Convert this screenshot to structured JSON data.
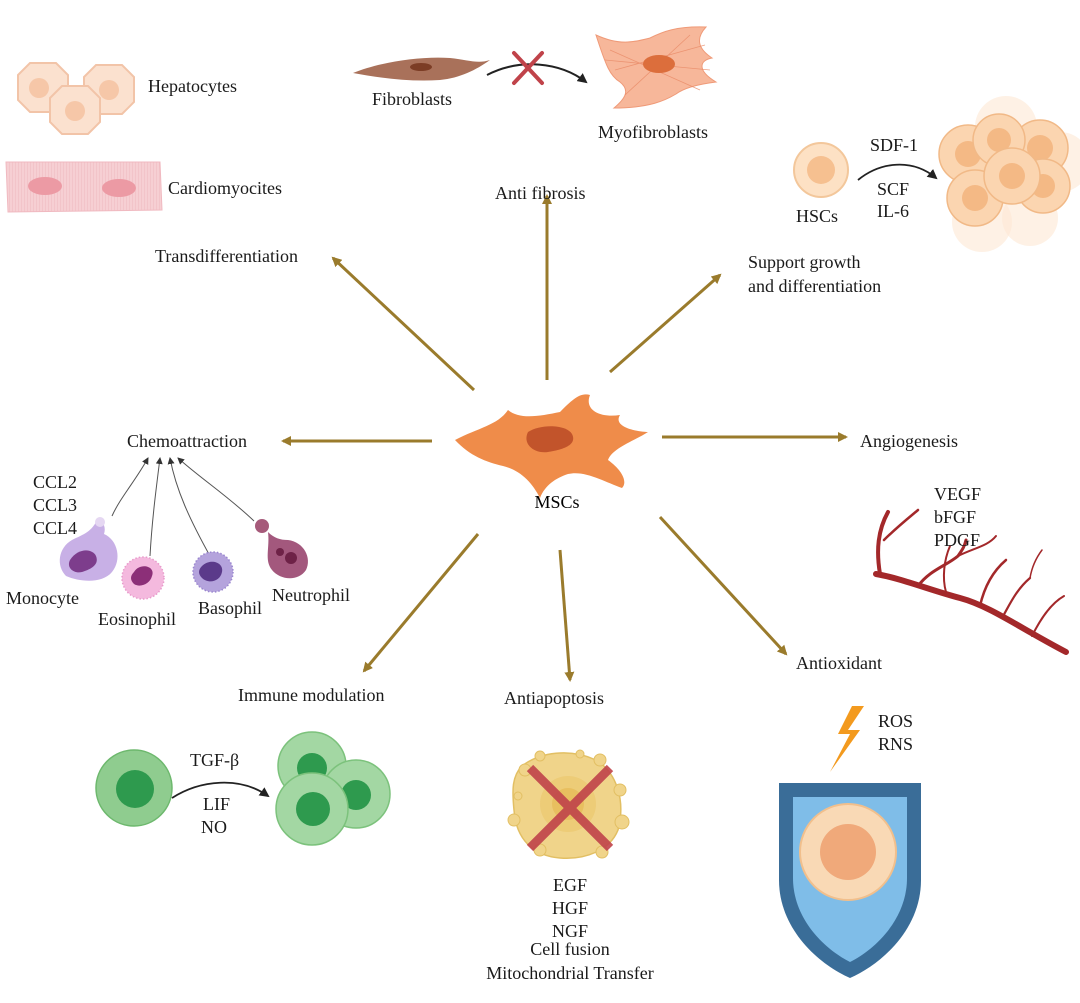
{
  "center": {
    "label": "MSCs"
  },
  "transdifferentiation": {
    "title": "Transdifferentiation",
    "cells": [
      "Hepatocytes",
      "Cardiomyocites"
    ]
  },
  "anti_fibrosis": {
    "title": "Anti fibrosis",
    "from": "Fibroblasts",
    "to": "Myofibroblasts"
  },
  "support": {
    "title_line1": "Support growth",
    "title_line2": "and differentiation",
    "cell": "HSCs",
    "factors": [
      "SDF-1",
      "SCF",
      "IL-6"
    ]
  },
  "chemoattraction": {
    "title": "Chemoattraction",
    "chemokines": [
      "CCL2",
      "CCL3",
      "CCL4"
    ],
    "cells": [
      "Monocyte",
      "Eosinophil",
      "Basophil",
      "Neutrophil"
    ]
  },
  "angiogenesis": {
    "title": "Angiogenesis",
    "factors": [
      "VEGF",
      "bFGF",
      "PDGF"
    ]
  },
  "immune": {
    "title": "Immune modulation",
    "factors": [
      "TGF-β",
      "LIF",
      "NO"
    ]
  },
  "antiapoptosis": {
    "title": "Antiapoptosis",
    "factors": [
      "EGF",
      "HGF",
      "NGF"
    ],
    "extra": [
      "Cell fusion",
      "Mitochondrial Transfer"
    ]
  },
  "antioxidant": {
    "title": "Antioxidant",
    "species": [
      "ROS",
      "RNS"
    ]
  },
  "colors": {
    "arrow": "#9a7b2c",
    "msc": "#ef8c4a",
    "msc_nucleus": "#c2542b",
    "green_cell": "#8fcc8f",
    "green_nucleus": "#2e9a4e",
    "vessel": "#a3282a",
    "shield_outer": "#3a6d98",
    "shield_inner": "#7fbde8",
    "cross": "#c0434a"
  }
}
